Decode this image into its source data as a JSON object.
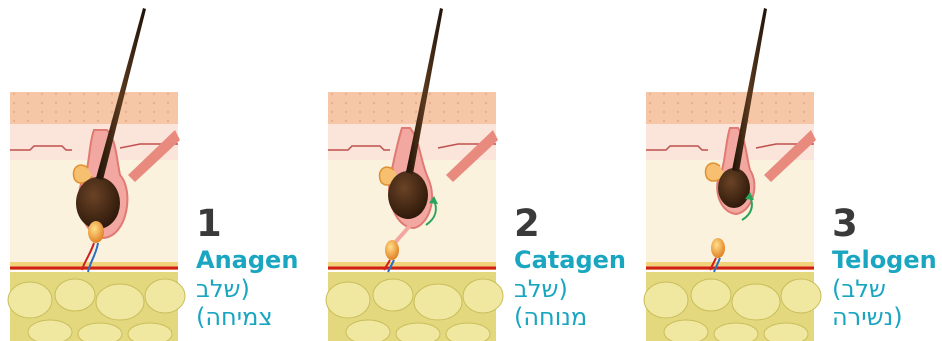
{
  "stages": [
    {
      "number": "1",
      "name": "Anagen",
      "hebrew_line1": "(שלב",
      "hebrew_line2": "צמיחה)"
    },
    {
      "number": "2",
      "name": "Catagen",
      "hebrew_line1": "(שלב",
      "hebrew_line2": "מנוחה)"
    },
    {
      "number": "3",
      "name": "Telogen",
      "hebrew_line1": "שלב)",
      "hebrew_line2": "(נשירה"
    }
  ],
  "colors": {
    "label_accent": "#1aa6c1",
    "number_text": "#3a3a3a",
    "hair": "#3b2412",
    "follicle": "#f2a7a0",
    "skin_top": "#f6c7a7",
    "dermis": "#fbe4d9",
    "subcutis": "#fbf2de",
    "fat": "#e3d87e",
    "arrow": "#2aa35a"
  }
}
